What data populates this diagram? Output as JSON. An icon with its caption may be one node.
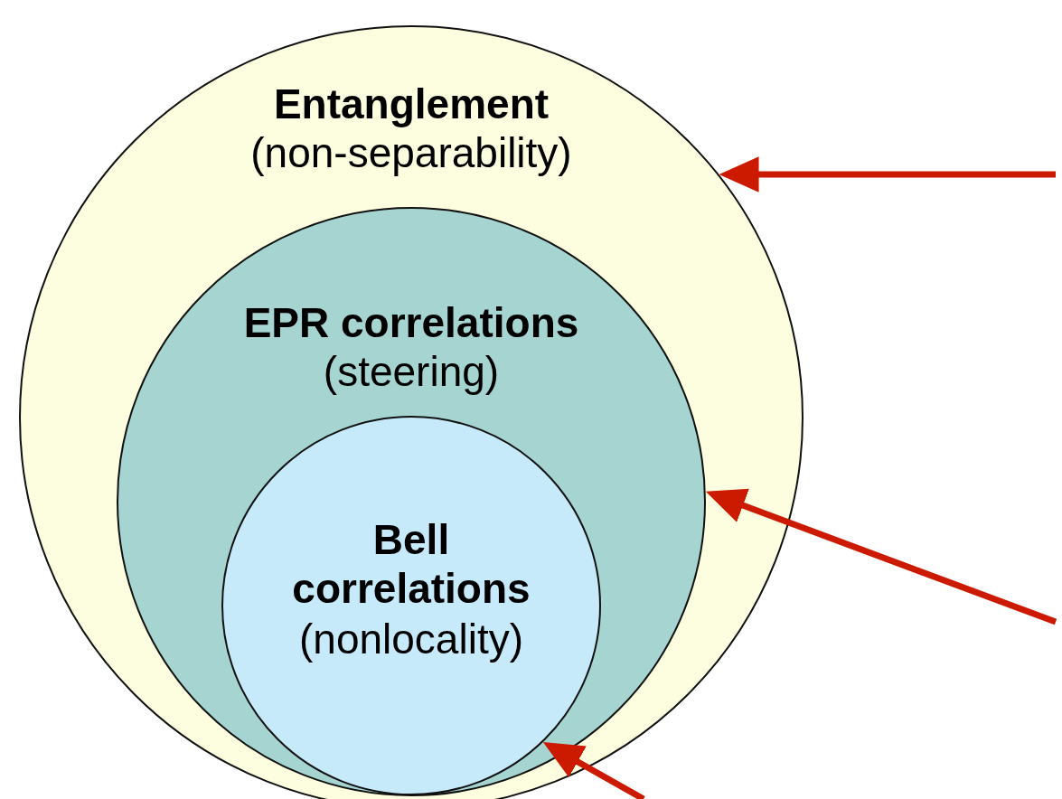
{
  "diagram": {
    "nodes": [
      {
        "text": [
          "Entanglement",
          "(non-separability)"
        ]
      },
      {
        "text": [
          "EPR correlations",
          "(steering)"
        ],
        "in": 0
      },
      {
        "text": [
          "Bell correlations",
          "(nonlocality)"
        ],
        "in": 1
      }
    ],
    "edges": [
      {
        "from": null,
        "to": 0,
        "arrow": "to"
      },
      {
        "from": null,
        "to": 1,
        "arrow": "to"
      },
      {
        "from": null,
        "to": 2,
        "arrow": "to"
      }
    ]
  }
}
